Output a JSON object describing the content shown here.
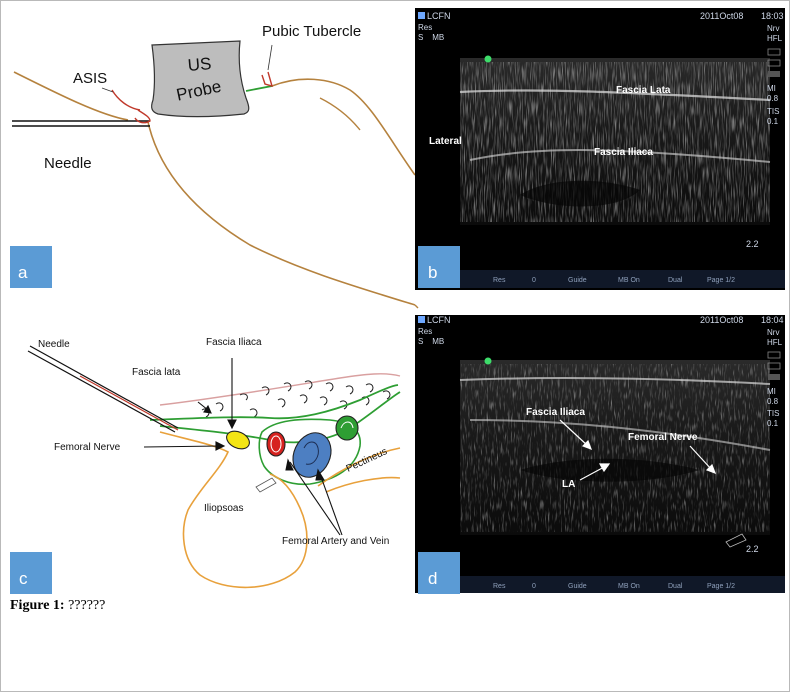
{
  "figure": {
    "caption_label": "Figure 1:",
    "caption_text": "??????"
  },
  "panel_a": {
    "letter": "a",
    "labels": {
      "pubic_tubercle": "Pubic Tubercle",
      "asis": "ASIS",
      "probe_line1": "US",
      "probe_line2": "Probe",
      "needle": "Needle"
    }
  },
  "panel_b": {
    "letter": "b",
    "header_left": [
      "LCFN",
      "Res",
      "S    MB"
    ],
    "header_date": "2011Oct08",
    "header_time": "18:03",
    "side_right": [
      "Nrv",
      "HFL",
      "MI",
      "0.8",
      "TIS",
      "0.1"
    ],
    "depth": "2.2",
    "labels": {
      "fascia_lata": "Fascia Lata",
      "lateral": "Lateral",
      "fascia_iliaca": "Fascia Iliaca"
    },
    "toolbar": [
      "Res",
      "0",
      "Guide",
      "MB On",
      "Dual",
      "Page 1/2"
    ]
  },
  "panel_c": {
    "letter": "c",
    "labels": {
      "needle": "Needle",
      "fascia_iliaca": "Fascia Iliaca",
      "fascia_lata": "Fascia lata",
      "femoral_nerve": "Femoral Nerve",
      "pectineus": "Pectineus",
      "iliopsoas": "Iliopsoas",
      "femoral_vessels": "Femoral Artery and Vein"
    }
  },
  "panel_d": {
    "letter": "d",
    "header_left": [
      "LCFN",
      "Res",
      "S    MB"
    ],
    "header_date": "2011Oct08",
    "header_time": "18:04",
    "side_right": [
      "Nrv",
      "HFL",
      "MI",
      "0.8",
      "TIS",
      "0.1"
    ],
    "depth": "2.2",
    "labels": {
      "fascia_iliaca": "Fascia Iliaca",
      "femoral_nerve": "Femoral Nerve",
      "la": "LA"
    },
    "toolbar": [
      "Res",
      "0",
      "Guide",
      "MB On",
      "Dual",
      "Page 1/2"
    ]
  },
  "colors": {
    "skin": "#b5823e",
    "probe": "#bdbdbd",
    "letter_box": "#5b9bd5",
    "green": "#2e9e33",
    "nerve_yellow": "#f4e514",
    "artery_red": "#d6221f",
    "vein_blue": "#4d7fc2",
    "orange_muscle": "#e8a13c",
    "fascia_pink": "#d9a0a0"
  }
}
